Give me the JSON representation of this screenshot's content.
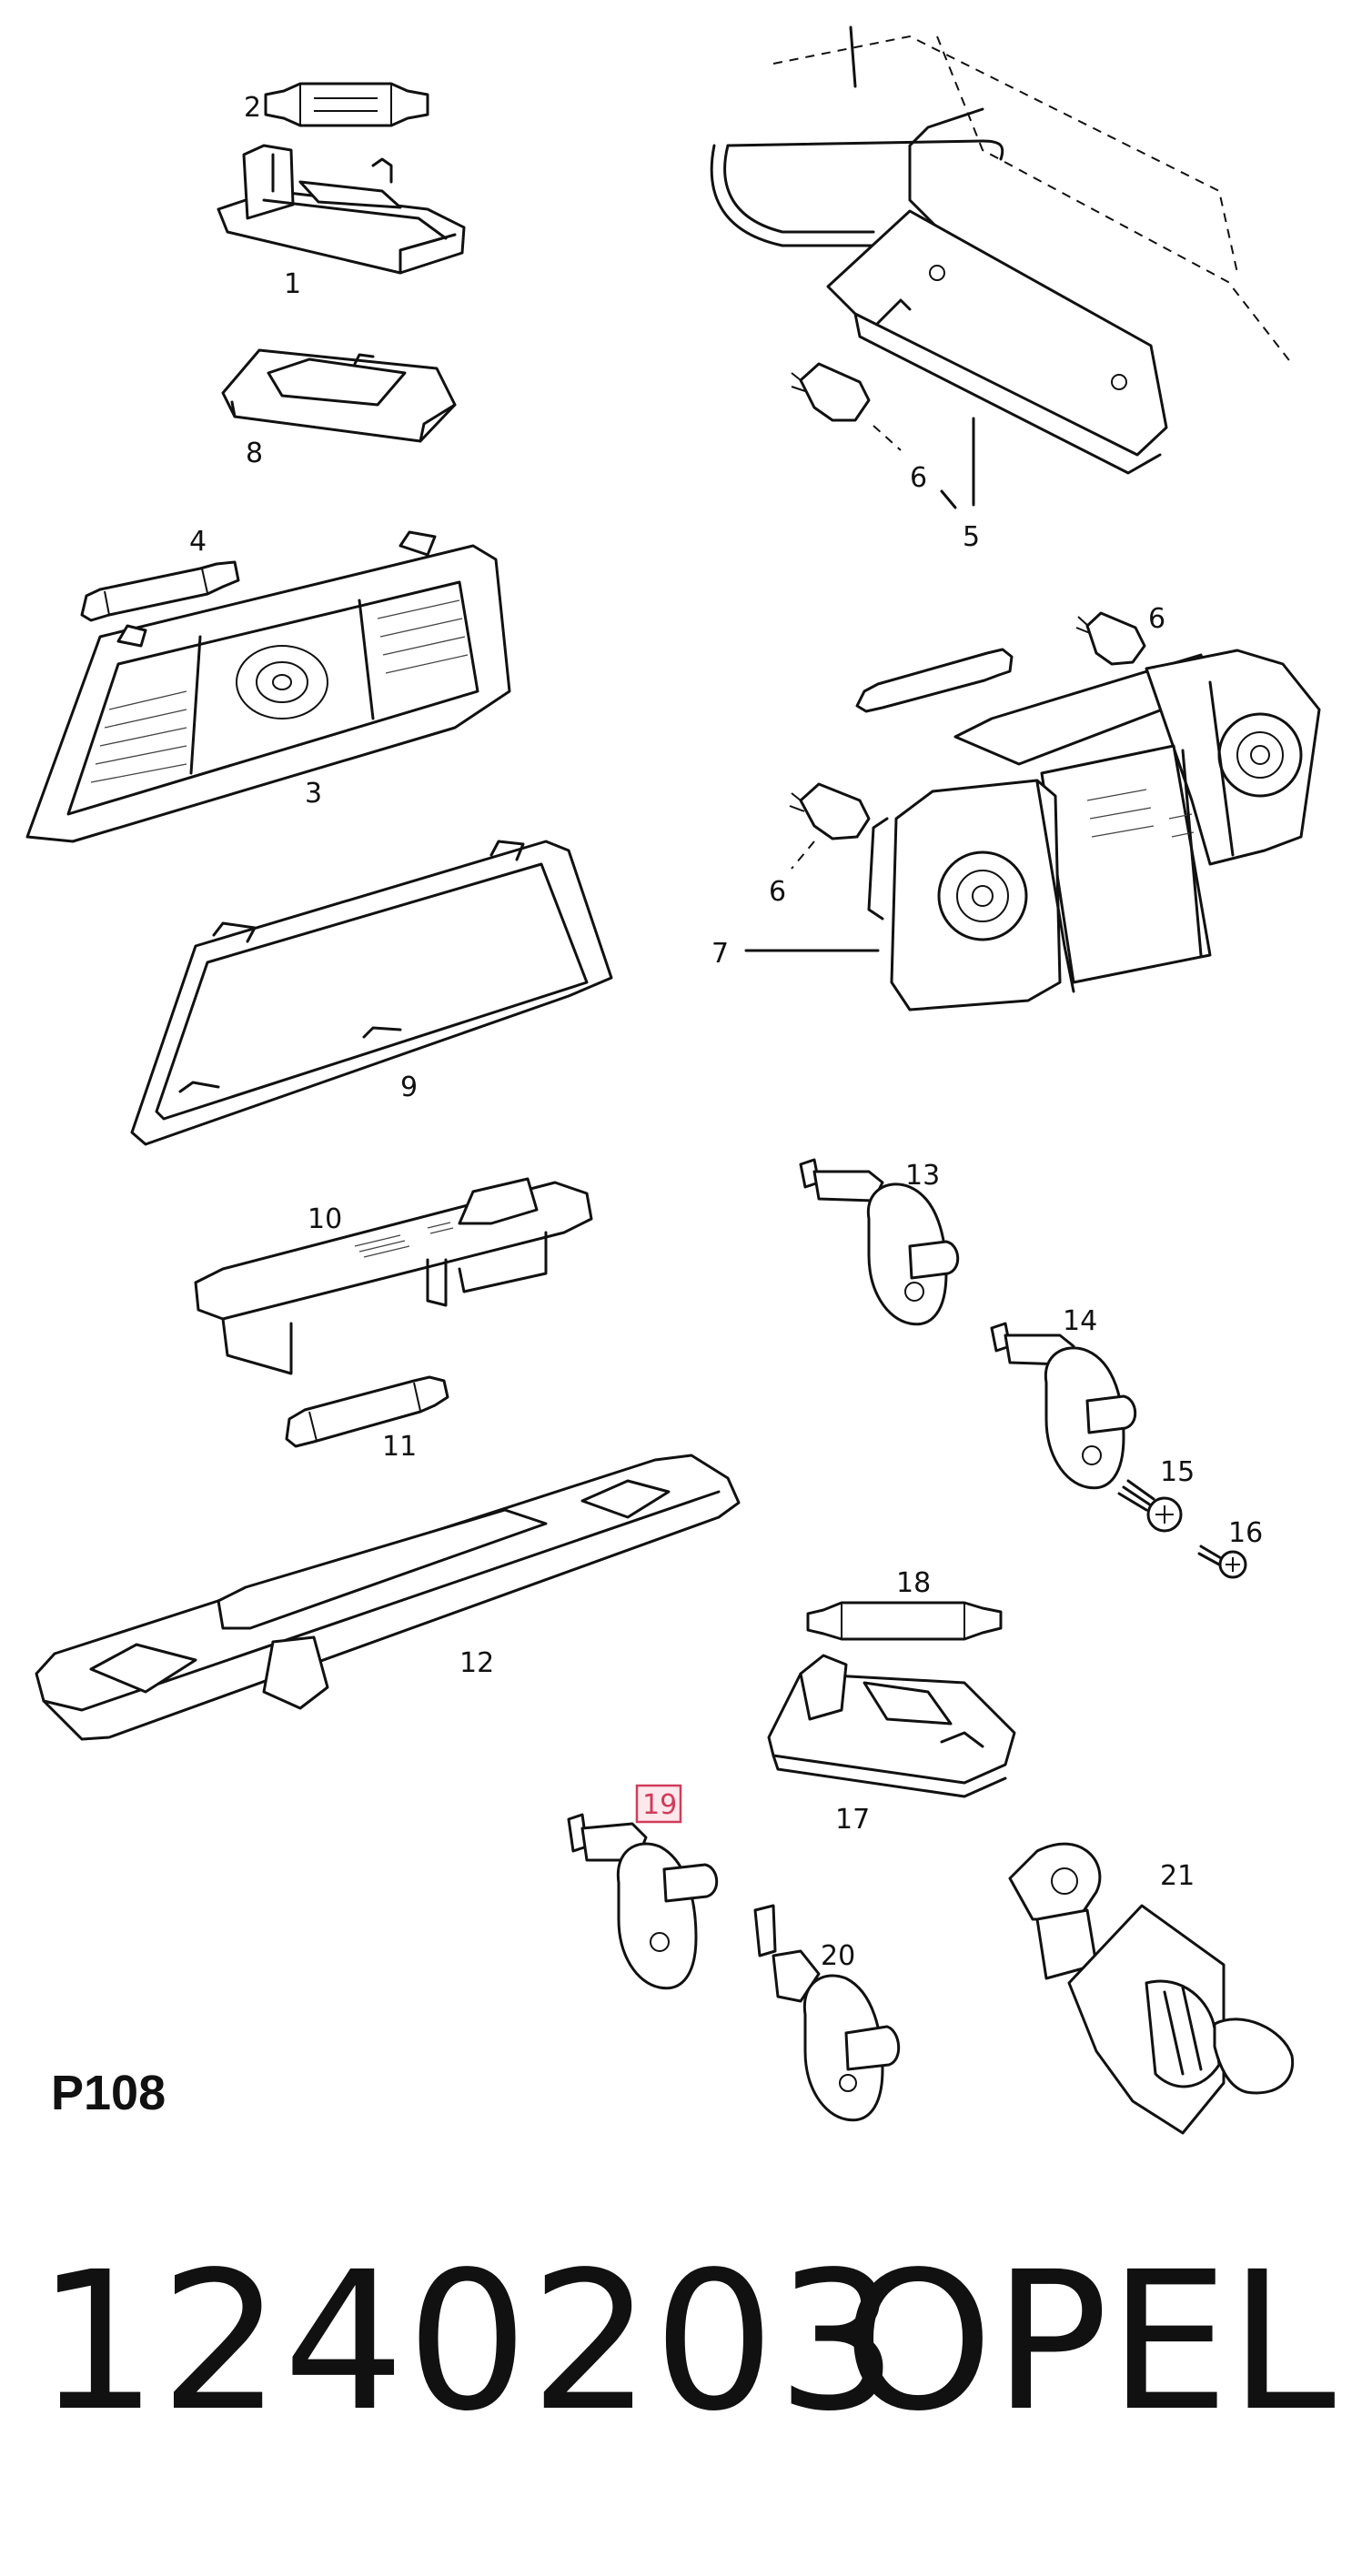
{
  "diagram": {
    "callouts": {
      "c1": "1",
      "c2": "2",
      "c3": "3",
      "c4": "4",
      "c5": "5",
      "c6a": "6",
      "c6b": "6",
      "c6c": "6",
      "c7": "7",
      "c8": "8",
      "c9": "9",
      "c10": "10",
      "c11": "11",
      "c12": "12",
      "c13": "13",
      "c14": "14",
      "c15": "15",
      "c16": "16",
      "c17": "17",
      "c18": "18",
      "c19": "19",
      "c20": "20",
      "c21": "21"
    },
    "highlighted_callout": "19",
    "highlight_color": "#d03c5a"
  },
  "page_code": "P108",
  "part_number": "1240203",
  "brand": "OPEL"
}
